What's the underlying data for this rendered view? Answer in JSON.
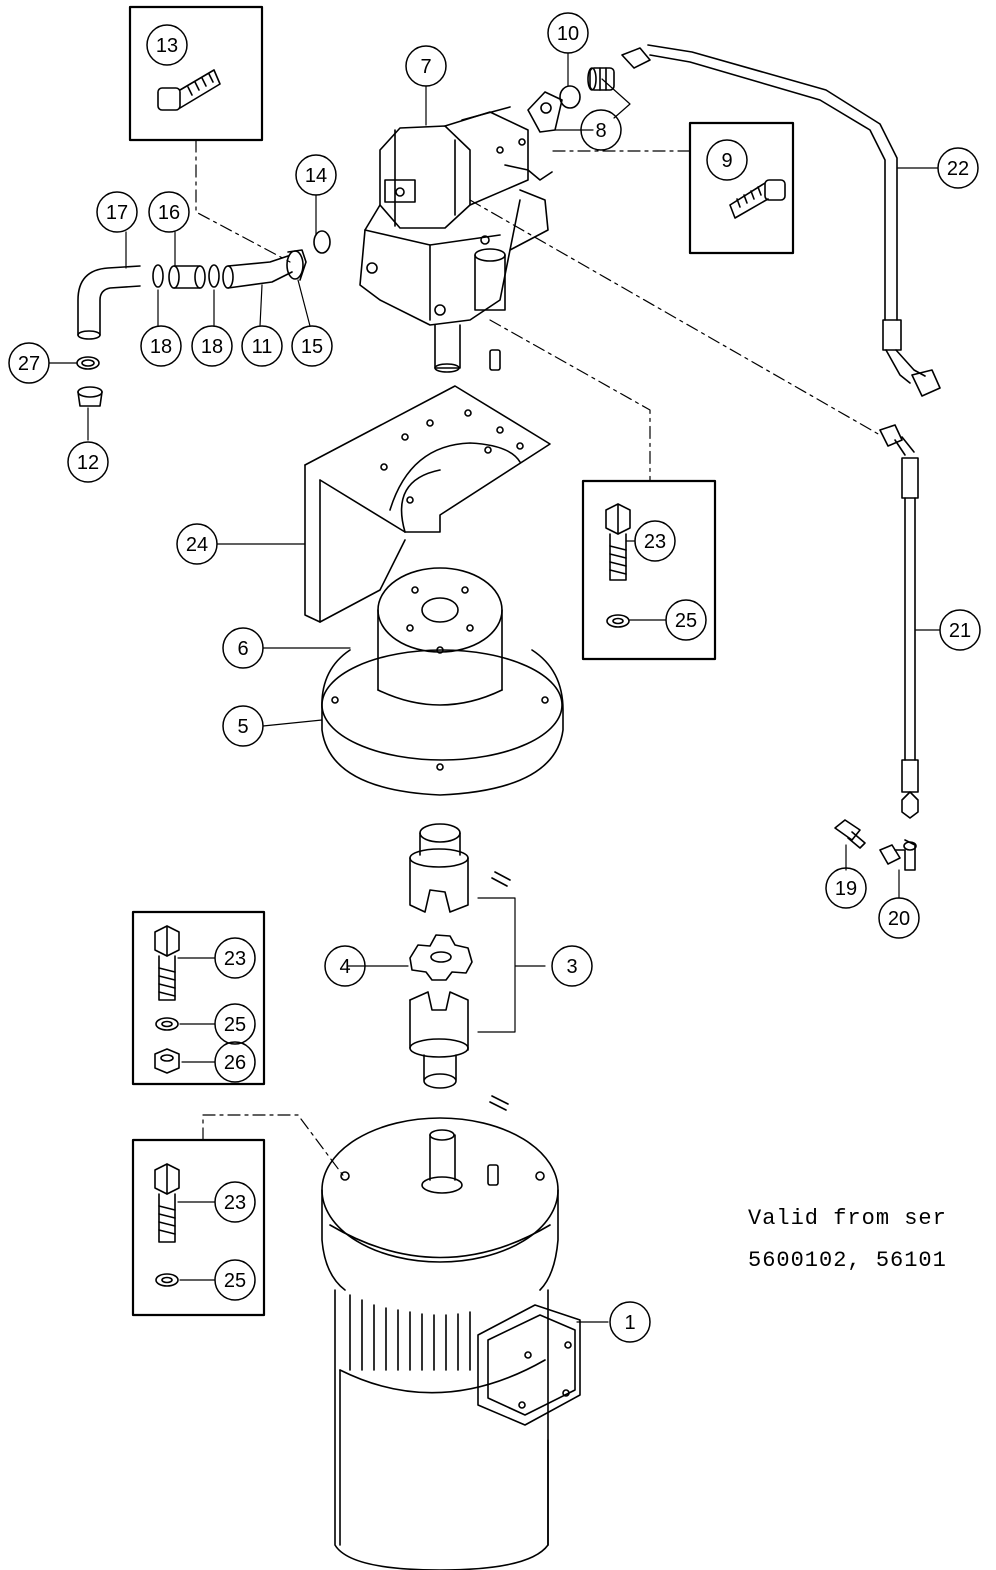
{
  "callouts": {
    "c1": "1",
    "c3": "3",
    "c4": "4",
    "c5": "5",
    "c6": "6",
    "c7": "7",
    "c8": "8",
    "c9": "9",
    "c10": "10",
    "c11": "11",
    "c12": "12",
    "c13": "13",
    "c14": "14",
    "c15": "15",
    "c16": "16",
    "c17": "17",
    "c18a": "18",
    "c18b": "18",
    "c19": "19",
    "c20": "20",
    "c21": "21",
    "c22": "22",
    "c23a": "23",
    "c23b": "23",
    "c23c": "23",
    "c24": "24",
    "c25a": "25",
    "c25b": "25",
    "c25c": "25",
    "c26": "26",
    "c27": "27"
  },
  "note": {
    "line1": "Valid from ser",
    "line2": "5600102, 56101"
  }
}
